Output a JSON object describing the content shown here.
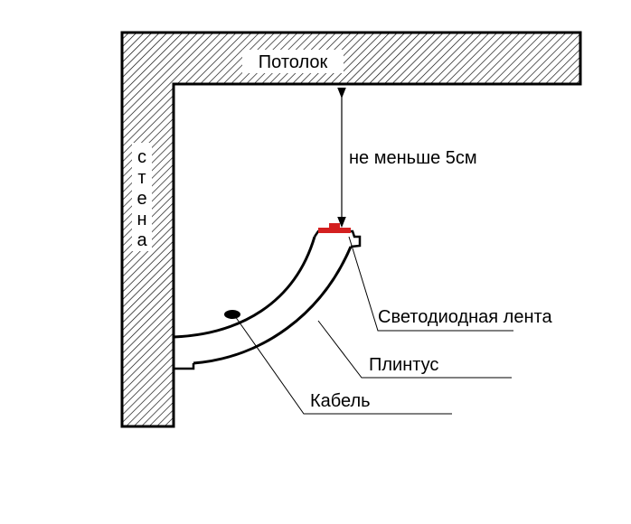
{
  "labels": {
    "ceiling": "Потолок",
    "wall": [
      "с",
      "т",
      "е",
      "н",
      "а"
    ],
    "distance": "не меньше 5см",
    "led_strip": "Светодиодная лента",
    "molding": "Плинтус",
    "cable": "Кабель"
  },
  "colors": {
    "line": "#000000",
    "led": "#d42020",
    "hatch_bg": "#ffffff"
  }
}
